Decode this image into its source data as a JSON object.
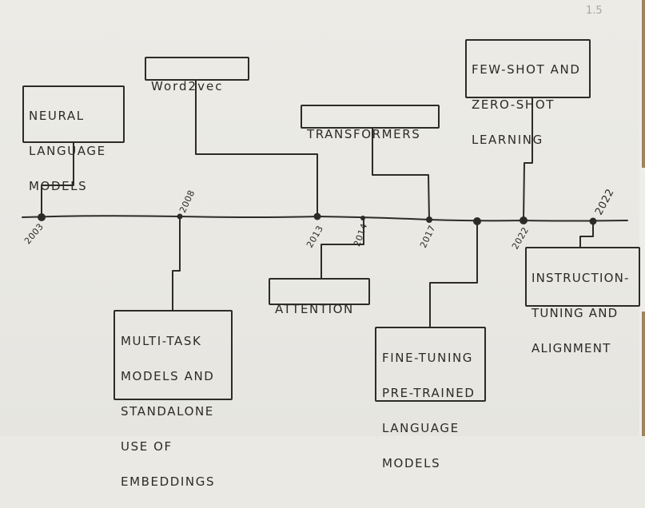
{
  "page_number": "1.5",
  "colors": {
    "ink": "#2d2b28",
    "paper": "#ebe9e3",
    "pencil": "#a9a7a1"
  },
  "timeline": {
    "years": [
      {
        "label": "2003",
        "side": "below"
      },
      {
        "label": "2008",
        "side": "above"
      },
      {
        "label": "2013",
        "side": "below"
      },
      {
        "label": "2014",
        "side": "below"
      },
      {
        "label": "2017",
        "side": "below"
      },
      {
        "label": "",
        "side": "none"
      },
      {
        "label": "2022",
        "side": "below"
      },
      {
        "label": "2022",
        "side": "above"
      }
    ]
  },
  "events": [
    {
      "id": "neural-language-models",
      "lines": [
        "Neural",
        "Language",
        "Models"
      ],
      "year_index": 0,
      "position": "above"
    },
    {
      "id": "multi-task-models",
      "lines": [
        "Multi-task",
        "models and",
        "standalone",
        "use of",
        "embeddings"
      ],
      "year_index": 1,
      "position": "below"
    },
    {
      "id": "word2vec",
      "lines": [
        "Word2vec"
      ],
      "year_index": 2,
      "position": "above"
    },
    {
      "id": "attention",
      "lines": [
        "Attention"
      ],
      "year_index": 3,
      "position": "below"
    },
    {
      "id": "transformers",
      "lines": [
        "Transformers"
      ],
      "year_index": 4,
      "position": "above"
    },
    {
      "id": "fine-tuning",
      "lines": [
        "Fine-tuning",
        "pre-trained",
        "language",
        "models"
      ],
      "year_index": 5,
      "position": "below"
    },
    {
      "id": "few-shot",
      "lines": [
        "Few-shot and",
        "zero-shot",
        "learning"
      ],
      "year_index": 6,
      "position": "above"
    },
    {
      "id": "instruction-tuning",
      "lines": [
        "Instruction-",
        "tuning and",
        "alignment"
      ],
      "year_index": 7,
      "position": "below"
    }
  ]
}
